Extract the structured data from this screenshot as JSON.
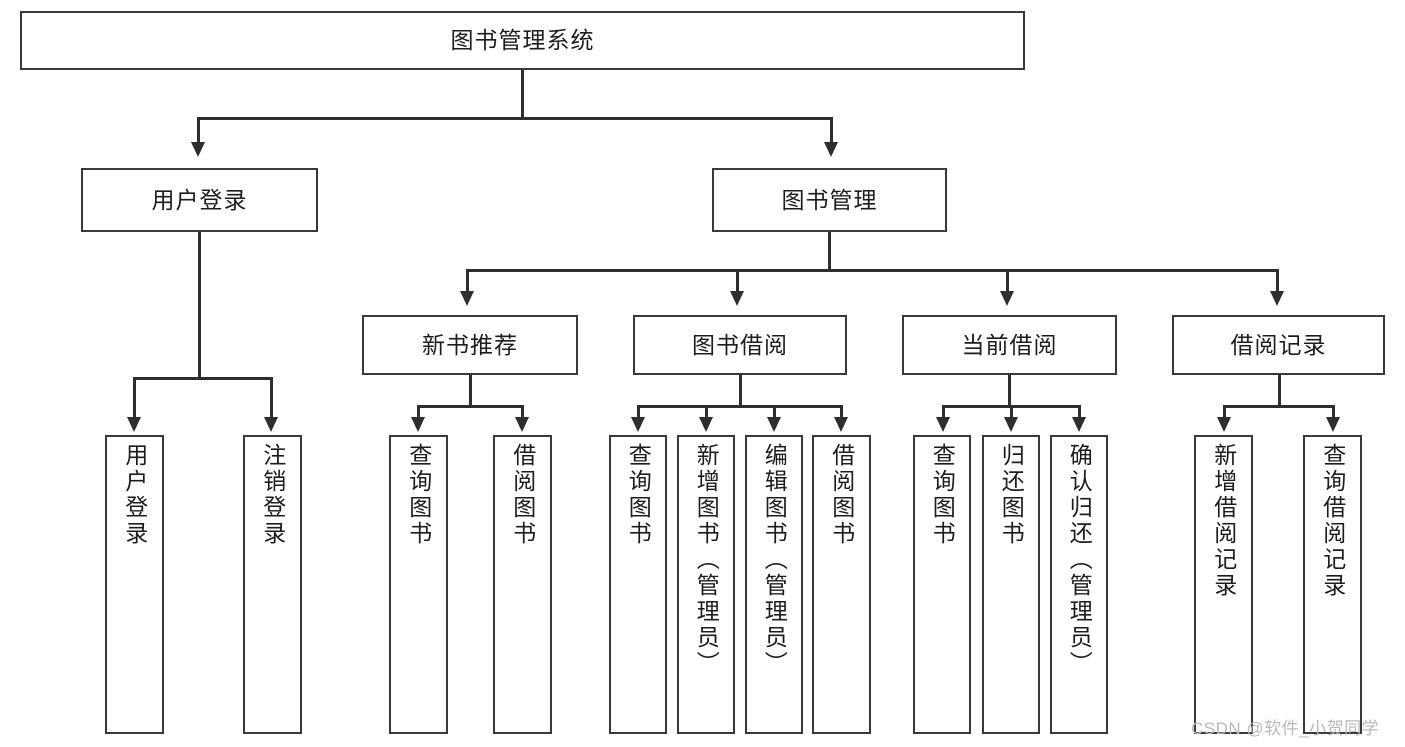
{
  "diagram": {
    "title": "图书管理系统",
    "root": {
      "label": "图书管理系统"
    },
    "level2": [
      {
        "label": "用户登录"
      },
      {
        "label": "图书管理"
      }
    ],
    "level3": [
      {
        "label": "新书推荐"
      },
      {
        "label": "图书借阅"
      },
      {
        "label": "当前借阅"
      },
      {
        "label": "借阅记录"
      }
    ],
    "leaves": {
      "user_login": [
        {
          "label": "用户登录"
        },
        {
          "label": "注销登录"
        }
      ],
      "new_book": [
        {
          "label": "查询图书"
        },
        {
          "label": "借阅图书"
        }
      ],
      "book_borrow": [
        {
          "label": "查询图书"
        },
        {
          "label": "新增图书（管理员）"
        },
        {
          "label": "编辑图书（管理员）"
        },
        {
          "label": "借阅图书"
        }
      ],
      "current_borrow": [
        {
          "label": "查询图书"
        },
        {
          "label": "归还图书"
        },
        {
          "label": "确认归还（管理员）"
        }
      ],
      "borrow_record": [
        {
          "label": "新增借阅记录"
        },
        {
          "label": "查询借阅记录"
        }
      ]
    }
  },
  "watermark": {
    "text": "CSDN @软件_小贺同学"
  },
  "colors": {
    "box_border": "#3a3a3a",
    "connector": "#2e2e2e",
    "background": "#ffffff",
    "text": "#1d1d1d",
    "watermark": "#b9b9b9"
  }
}
